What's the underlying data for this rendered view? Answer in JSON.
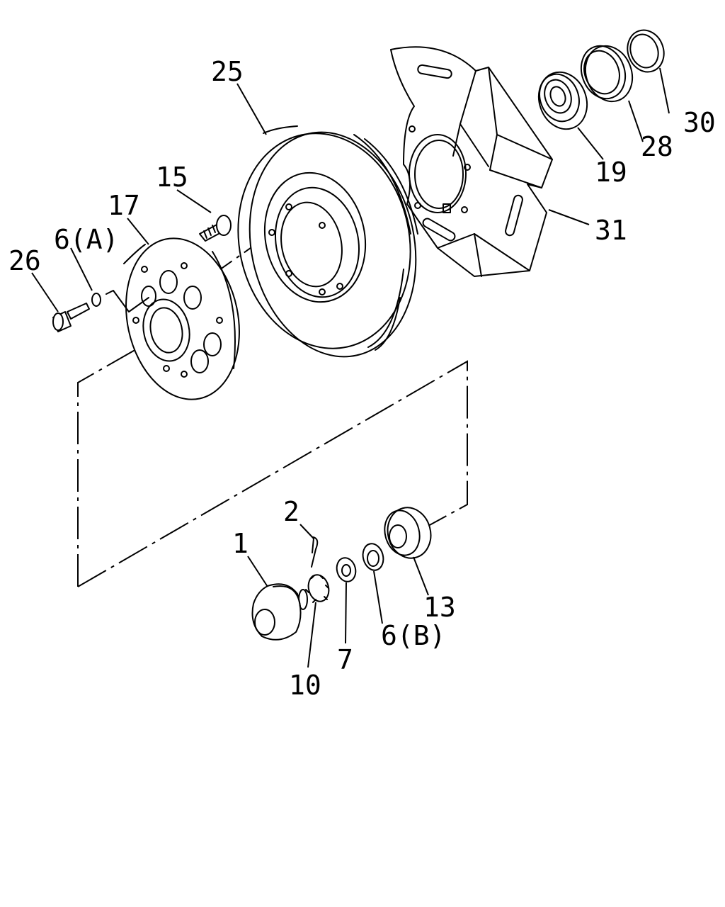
{
  "callouts": [
    {
      "id": "c25",
      "text": "25"
    },
    {
      "id": "c30",
      "text": "30"
    },
    {
      "id": "c28",
      "text": "28"
    },
    {
      "id": "c19",
      "text": "19"
    },
    {
      "id": "c15",
      "text": "15"
    },
    {
      "id": "c17",
      "text": "17"
    },
    {
      "id": "c6a",
      "text": "6(A)"
    },
    {
      "id": "c26",
      "text": "26"
    },
    {
      "id": "c31",
      "text": "31"
    },
    {
      "id": "c2",
      "text": "2"
    },
    {
      "id": "c1",
      "text": "1"
    },
    {
      "id": "c13",
      "text": "13"
    },
    {
      "id": "c6b",
      "text": "6(B)"
    },
    {
      "id": "c7",
      "text": "7"
    },
    {
      "id": "c10",
      "text": "10"
    }
  ]
}
